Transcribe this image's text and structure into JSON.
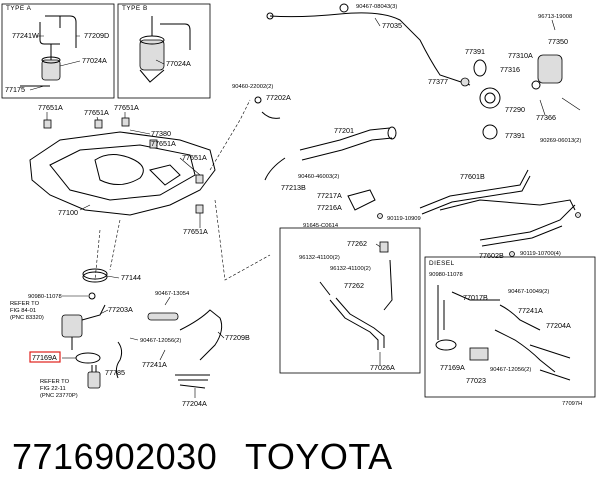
{
  "header": {
    "part_number": "7716902030",
    "brand": "TOYOTA"
  },
  "diagram": {
    "code": "77097H",
    "highlight_color": "#e0201c",
    "insets": [
      {
        "title": "TYPE A",
        "labels": [
          "77241W",
          "77209D",
          "77024A",
          "77175"
        ]
      },
      {
        "title": "TYPE B",
        "labels": [
          "77024A"
        ]
      },
      {
        "title": "DIESEL",
        "labels": [
          "90980-11078",
          "77017B",
          "90467-10049(2)",
          "77241A",
          "77204A",
          "77169A",
          "77023",
          "90467-12056(2)"
        ]
      }
    ],
    "labels": {
      "l77651a_1": "77651A",
      "l77651a_2": "77651A",
      "l77651a_3": "77651A",
      "l77651a_4": "77651A",
      "l77651a_5": "77651A",
      "l77651a_6": "77651A",
      "l77380": "77380",
      "l77100": "77100",
      "l77144": "77144",
      "l90980": "90980-11078",
      "l77203a": "77203A",
      "l77169a": "77169A",
      "l77785": "77785",
      "l77241a": "77241A",
      "l77204a": "77204A",
      "l90467_13054": "90467-13054",
      "l77209b": "77209B",
      "l90467_12056": "90467-12056(2)",
      "l90467_08043": "90467-08043(3)",
      "l77035": "77035",
      "l96713": "96713-19008",
      "l77350": "77350",
      "l77391a": "77391",
      "l77310a": "77310A",
      "l77316": "77316",
      "l77377": "77377",
      "l77290": "77290",
      "l77391b": "77391",
      "l77366": "77366",
      "l90269": "90269-06013(2)",
      "l90460_22002": "90460-22002(2)",
      "l77202a": "77202A",
      "l77201": "77201",
      "l90460_46003": "90460-46003(2)",
      "l77213b": "77213B",
      "l77217a": "77217A",
      "l77216a": "77216A",
      "l91645": "91645-C0614",
      "l90119_10909": "90119-10909",
      "l77601b": "77601B",
      "l77602b": "77602B",
      "l90119_10700": "90119-10700(4)",
      "l77262a": "77262",
      "l96132_a": "96132-41100(2)",
      "l96132_b": "96132-41100(2)",
      "l77262b": "77262",
      "l77026a": "77026A",
      "l_dsl_90980": "90980-11078",
      "l_dsl_77017b": "77017B",
      "l_dsl_90467_10049": "90467-10049(2)",
      "l_dsl_77241a": "77241A",
      "l_dsl_77204a": "77204A",
      "l_dsl_77169a": "77169A",
      "l_dsl_77023": "77023",
      "l_dsl_90467_12056": "90467-12056(2)"
    },
    "refers": [
      {
        "line1": "REFER TO",
        "line2": "FIG 84-01",
        "line3": "(PNC 83320)"
      },
      {
        "line1": "REFER TO",
        "line2": "FIG 22-11",
        "line3": "(PNC 23770P)"
      }
    ]
  }
}
